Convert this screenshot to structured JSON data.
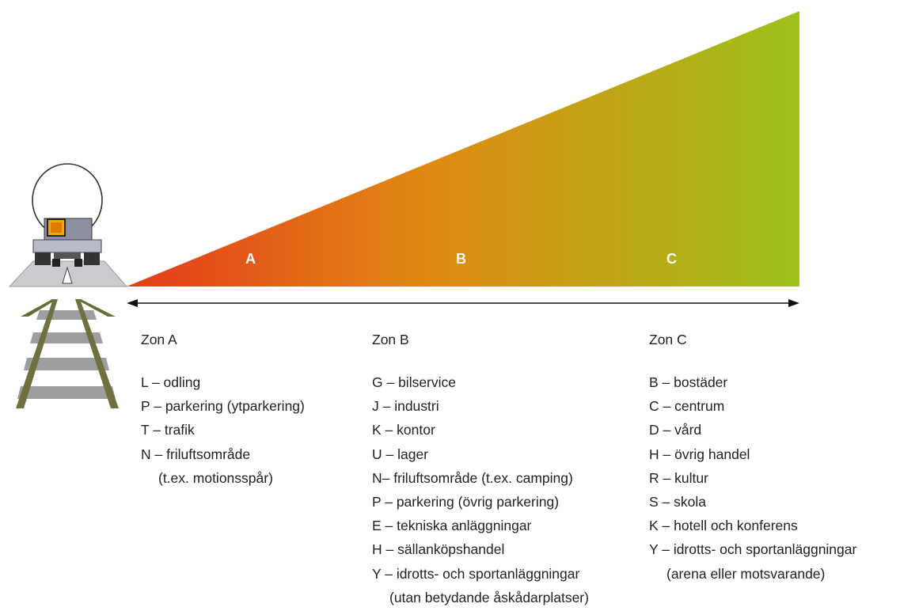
{
  "diagram": {
    "zone_letters": [
      "A",
      "B",
      "C"
    ],
    "icons": [
      "train-front-icon",
      "railway-track-icon",
      "double-arrow-icon"
    ],
    "colors": {
      "gradient_start": "#e53a1c",
      "gradient_mid": "#e08a12",
      "gradient_end": "#9dc11a",
      "arrow": "#111111"
    }
  },
  "zones": [
    {
      "title": "Zon A",
      "items": [
        {
          "text": "L – odling"
        },
        {
          "text": "P – parkering (ytparkering)"
        },
        {
          "text": "T – trafik"
        },
        {
          "text": "N – friluftsområde"
        },
        {
          "text": "(t.ex. motionsspår)",
          "cont": true
        }
      ]
    },
    {
      "title": "Zon B",
      "items": [
        {
          "text": "G – bilservice"
        },
        {
          "text": "J – industri"
        },
        {
          "text": "K – kontor"
        },
        {
          "text": "U – lager"
        },
        {
          "text": "N– friluftsområde (t.ex. camping)"
        },
        {
          "text": "P – parkering (övrig parkering)"
        },
        {
          "text": "E – tekniska anläggningar"
        },
        {
          "text": "H – sällanköpshandel"
        },
        {
          "text": "Y – idrotts- och sportanläggningar"
        },
        {
          "text": "(utan betydande åskådarplatser)",
          "cont": true
        }
      ]
    },
    {
      "title": "Zon C",
      "items": [
        {
          "text": "B – bostäder"
        },
        {
          "text": "C – centrum"
        },
        {
          "text": "D – vård"
        },
        {
          "text": "H – övrig handel"
        },
        {
          "text": "R – kultur"
        },
        {
          "text": "S – skola"
        },
        {
          "text": "K – hotell och konferens"
        },
        {
          "text": "Y – idrotts- och sportanläggningar"
        },
        {
          "text": "(arena eller motsvarande)",
          "cont": true
        }
      ]
    }
  ]
}
